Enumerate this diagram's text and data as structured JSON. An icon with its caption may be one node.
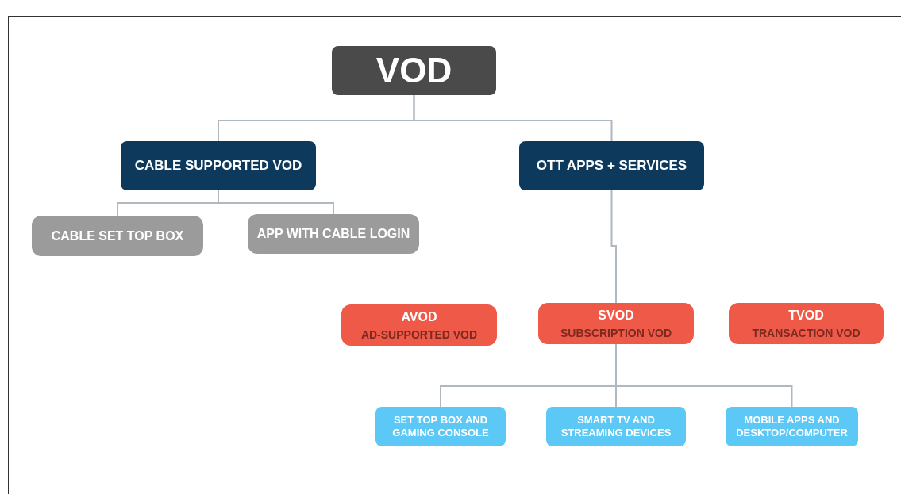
{
  "diagram": {
    "nodes": [
      {
        "text": [
          "VOD"
        ]
      },
      {
        "text": [
          "CABLE SUPPORTED VOD"
        ]
      },
      {
        "text": [
          "OTT APPS + SERVICES"
        ]
      },
      {
        "text": [
          "CABLE SET TOP BOX"
        ]
      },
      {
        "text": [
          "APP WITH CABLE LOGIN"
        ]
      },
      {
        "text": [
          "AVOD",
          "AD-SUPPORTED VOD"
        ]
      },
      {
        "text": [
          "SVOD",
          "SUBSCRIPTION VOD"
        ]
      },
      {
        "text": [
          "TVOD",
          "TRANSACTION VOD"
        ]
      },
      {
        "text": [
          "SET TOP BOX AND GAMING CONSOLE"
        ]
      },
      {
        "text": [
          "SMART TV AND STREAMING DEVICES"
        ]
      },
      {
        "text": [
          "MOBILE APPS AND DESKTOP/COMPUTER"
        ]
      }
    ],
    "edges": [
      {
        "from": 0,
        "to": 1,
        "arrow": "none"
      },
      {
        "from": 0,
        "to": 2,
        "arrow": "none"
      },
      {
        "from": 1,
        "to": 3,
        "arrow": "none"
      },
      {
        "from": 1,
        "to": 4,
        "arrow": "none"
      },
      {
        "from": 2,
        "to": 6,
        "arrow": "none"
      },
      {
        "from": 6,
        "to": 8,
        "arrow": "none"
      },
      {
        "from": 6,
        "to": 9,
        "arrow": "none"
      },
      {
        "from": 6,
        "to": 10,
        "arrow": "none"
      }
    ]
  }
}
